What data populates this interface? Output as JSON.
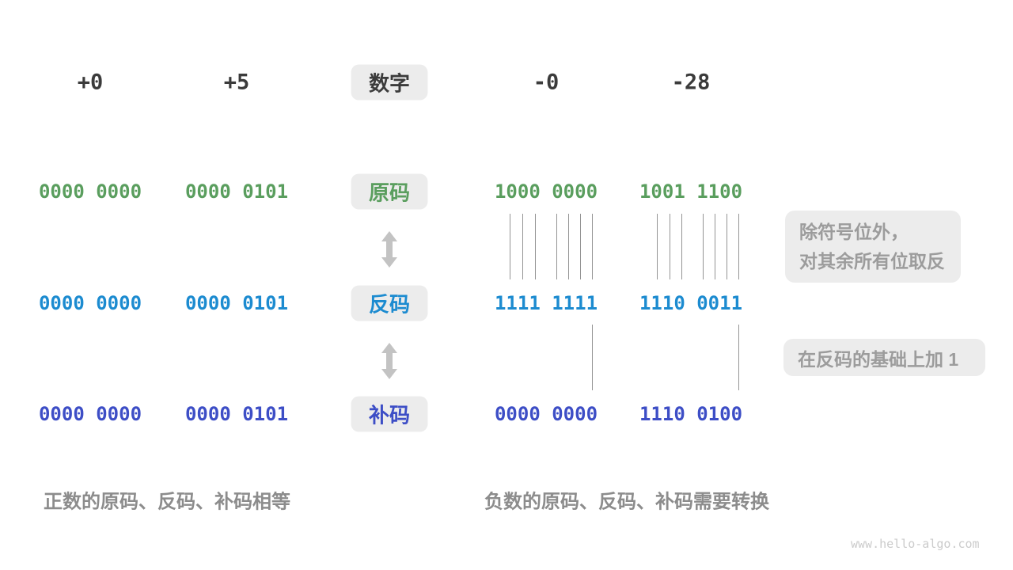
{
  "palette": {
    "green": "#5A9E5E",
    "blue": "#1C8BD0",
    "indigo": "#3D4EC6",
    "dark": "#3B3B3B",
    "box_bg": "#ECECEC",
    "note_text": "#9C9C9C",
    "caption": "#8C8C8C",
    "arrow": "#C3C3C3",
    "line": "#949494",
    "watermark": "#CBCBCB"
  },
  "header": {
    "label": "数字",
    "numbers": [
      "+0",
      "+5",
      "-0",
      "-28"
    ]
  },
  "rows": [
    {
      "key": "sign_magnitude",
      "label": "原码",
      "color": "#5A9E5E",
      "values": [
        "0000 0000",
        "0000 0101",
        "1000 0000",
        "1001 1100"
      ]
    },
    {
      "key": "ones_complement",
      "label": "反码",
      "color": "#1C8BD0",
      "values": [
        "0000 0000",
        "0000 0101",
        "1111 1111",
        "1110 0011"
      ]
    },
    {
      "key": "twos_complement",
      "label": "补码",
      "color": "#3D4EC6",
      "values": [
        "0000 0000",
        "0000 0101",
        "0000 0000",
        "1110 0100"
      ]
    }
  ],
  "annotations": {
    "flip_line1": "除符号位外，",
    "flip_line2": "对其余所有位取反",
    "add_one": "在反码的基础上加 1"
  },
  "captions": {
    "positive": "正数的原码、反码、补码相等",
    "negative": "负数的原码、反码、补码需要转换"
  },
  "watermark": "www.hello-algo.com"
}
